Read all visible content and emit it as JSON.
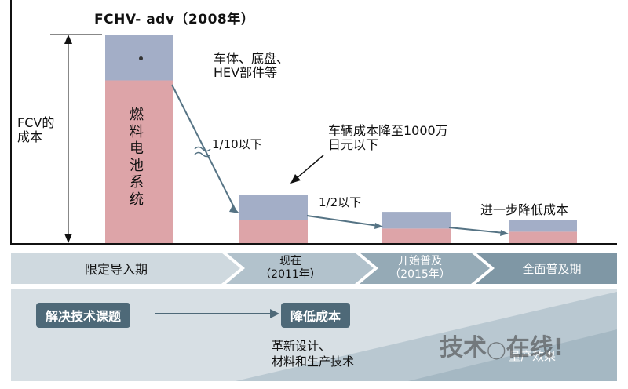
{
  "chart_data": {
    "type": "bar",
    "title": "FCHV- adv（2008年）",
    "ylabel": "FCV的\n成本",
    "categories": [
      "FCHV- adv（2008年）",
      "现在（2011年）",
      "开始普及（2015年）",
      "进一步降低成本"
    ],
    "series": [
      {
        "name": "燃料电池系统",
        "values": [
          0.78,
          0.11,
          0.07,
          0.055
        ],
        "color": "#dda4a8"
      },
      {
        "name": "车体、底盘、HEV部件等",
        "values": [
          0.22,
          0.12,
          0.08,
          0.055
        ],
        "color": "#a3aec7"
      }
    ],
    "ylim": [
      0,
      1
    ],
    "annotations": {
      "bar1_top_label": "车体、底盘、\nHEV部件等",
      "bar1_bottom_label": "燃\n料\n电\n池\n系\n统",
      "reduction_1": "1/10以下",
      "reduction_2": "1/2以下",
      "cost_target": "车辆成本降至1000万\n日元以下",
      "further": "进一步降低成本"
    }
  },
  "timeline": {
    "stages": [
      "限定导入期",
      "现在\n（2011年）",
      "开始普及\n（2015年）",
      "全面普及期"
    ]
  },
  "roadmap": {
    "step1": "解决技术课题",
    "step2": "降低成本",
    "note1": "革新设计、\n材料和生产技术",
    "note2": "量产效果",
    "watermark": "技术在线!"
  },
  "colors": {
    "fuel_cell": "#dda4a8",
    "body": "#a3aec7",
    "axis": "#111111",
    "arrow": "#557384",
    "band": "#cfd9df",
    "pill": "#4e6978"
  }
}
